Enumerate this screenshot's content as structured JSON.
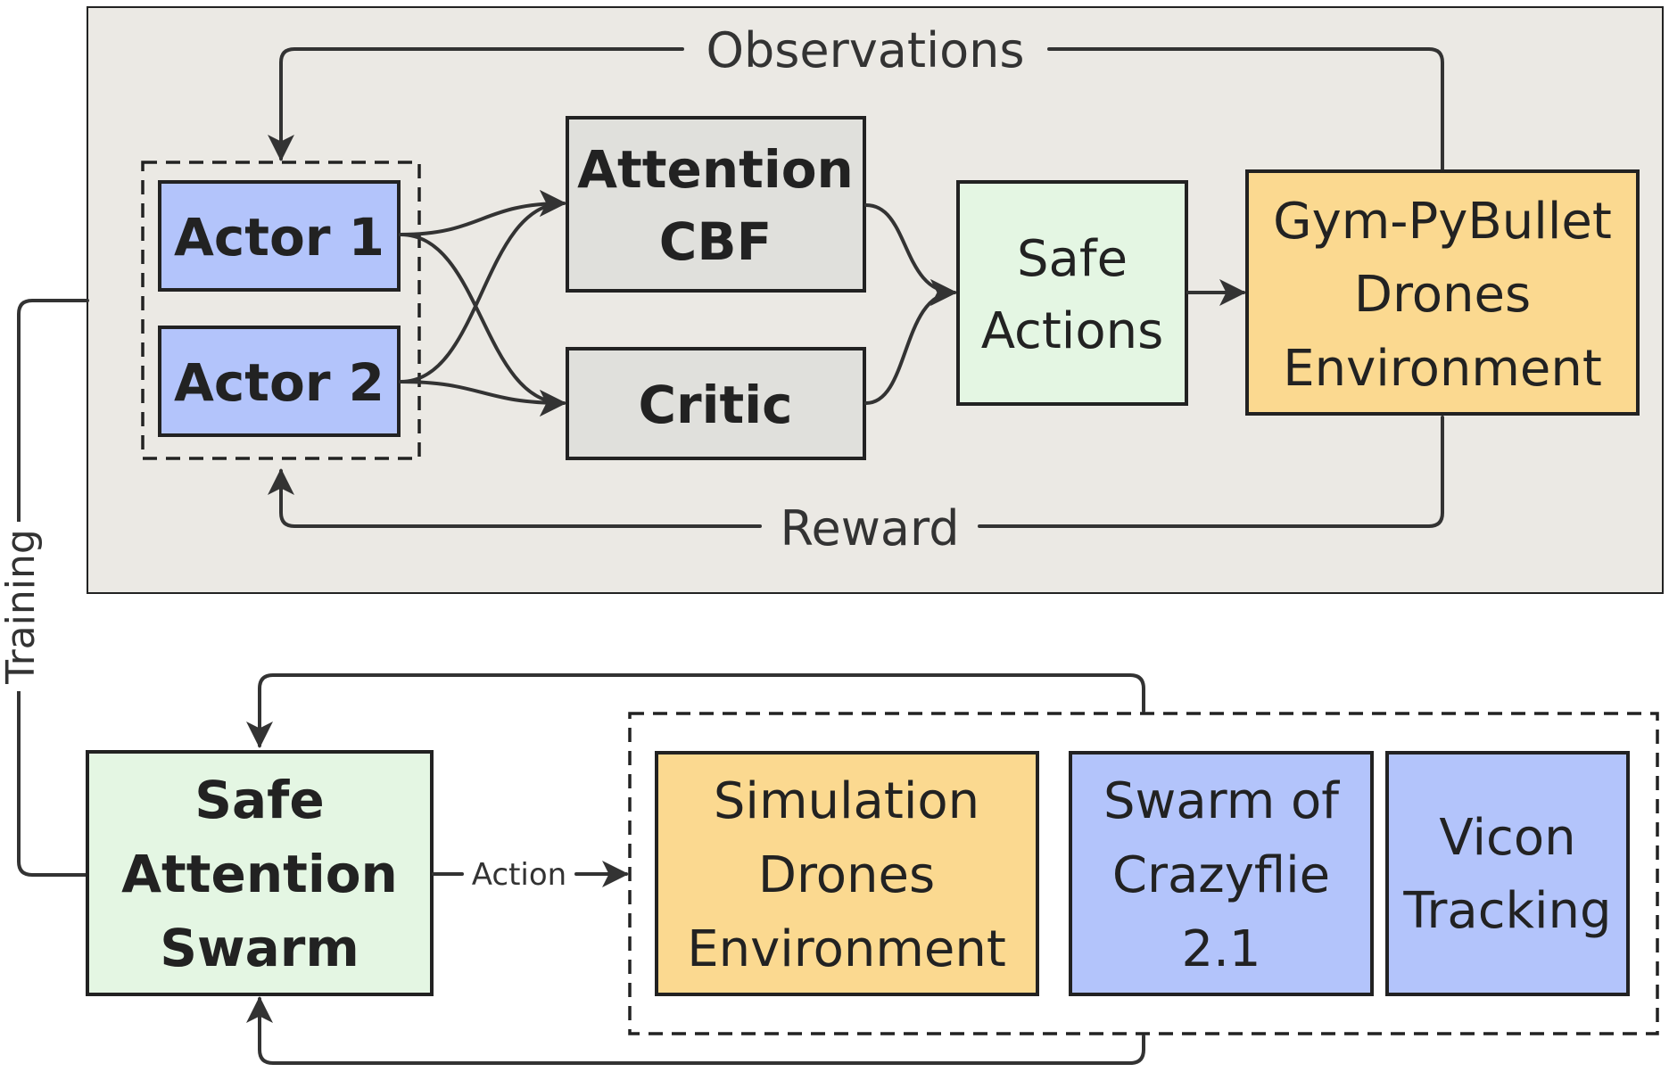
{
  "training_panel": {
    "actors": [
      {
        "line1": "Actor 1"
      },
      {
        "line1": "Actor 2"
      }
    ],
    "attention_cbf": {
      "line1": "Attention",
      "line2": "CBF"
    },
    "critic": {
      "line1": "Critic"
    },
    "safe_actions": {
      "line1": "Safe",
      "line2": "Actions"
    },
    "environment": {
      "line1": "Gym-PyBullet",
      "line2": "Drones",
      "line3": "Environment"
    },
    "observations_label": "Observations",
    "reward_label": "Reward"
  },
  "training_label": "Training",
  "deployment": {
    "swarm": {
      "line1": "Safe",
      "line2": "Attention",
      "line3": "Swarm"
    },
    "action_label": "Action",
    "sim_env": {
      "line1": "Simulation",
      "line2": "Drones",
      "line3": "Environment"
    },
    "crazyflie": {
      "line1": "Swarm of",
      "line2": "Crazyflie",
      "line3": "2.1"
    },
    "vicon": {
      "line1": "Vicon",
      "line2": "Tracking"
    }
  },
  "colors": {
    "panel_bg": "#ebe9e4",
    "actor_blue": "#b3c4fb",
    "gray_box": "#e0e0dc",
    "green_box": "#e4f6e3",
    "orange_box": "#fbd990",
    "stroke": "#222222",
    "arrow": "#333333"
  }
}
